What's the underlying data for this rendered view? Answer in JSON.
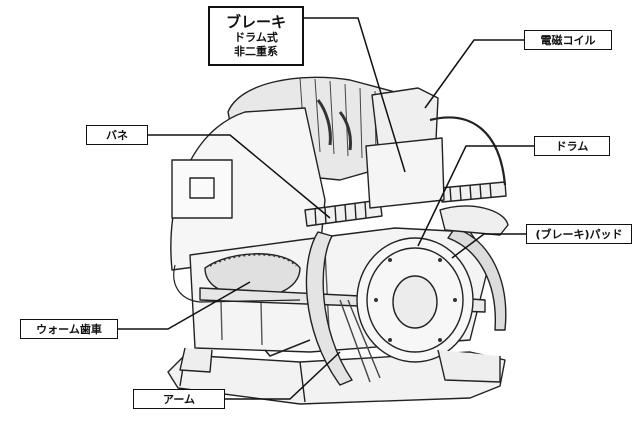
{
  "title": {
    "main": "ブレーキ",
    "sub1": "ドラム式",
    "sub2": "非二重系"
  },
  "labels": {
    "coil": "電磁コイル",
    "spring": "バネ",
    "drum": "ドラム",
    "pad": "(ブレーキ)パッド",
    "worm_gear": "ウォーム歯車",
    "arm": "アーム"
  }
}
